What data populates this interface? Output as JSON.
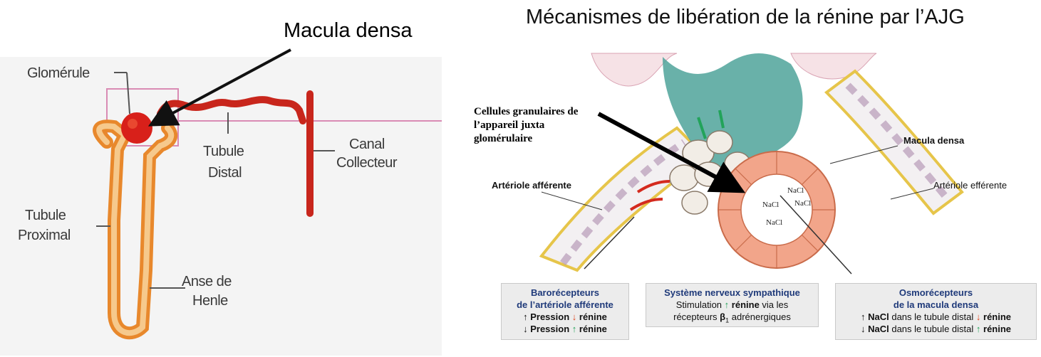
{
  "left": {
    "callout": "Macula densa",
    "labels": {
      "glomerule": "Glomérule",
      "tubule_distal_1": "Tubule",
      "tubule_distal_2": "Distal",
      "canal_1": "Canal",
      "canal_2": "Collecteur",
      "tubule_proximal_1": "Tubule",
      "tubule_proximal_2": "Proximal",
      "anse_1": "Anse de",
      "anse_2": "Henle"
    }
  },
  "right": {
    "title": "Mécanismes de libération de la rénine par l’AJG",
    "cellules_1": "Cellules granulaires de",
    "cellules_2": "l’appareil juxta",
    "cellules_3": "glomérulaire",
    "macula": "Macula densa",
    "art_aff": "Artériole afférente",
    "art_eff": "Artériole efférente",
    "nacl": "NaCl",
    "boxes": {
      "baro": {
        "h1": "Barorécepteurs",
        "h2": "de l’artériole afférente",
        "l1a": "↑",
        "l1b": "Pression",
        "l1c": "↓",
        "l1d": "rénine",
        "l2a": "↓",
        "l2b": "Pression",
        "l2c": "↑",
        "l2d": "rénine"
      },
      "symp": {
        "h1": "Système nerveux sympathique",
        "l1a": "Stimulation",
        "l1b": "↑",
        "l1c": "rénine",
        "l1d": "via les",
        "l2a": "récepteurs",
        "l2b": "β",
        "l2c": "1",
        "l2d": "adrénergiques"
      },
      "osmo": {
        "h1": "Osmorécepteurs",
        "h2": "de la macula densa",
        "l1a": "↑",
        "l1b": "NaCl",
        "l1c": "dans le tubule distal",
        "l1d": "↓",
        "l1e": "rénine",
        "l2a": "↓",
        "l2b": "NaCl",
        "l2c": "dans le tubule distal",
        "l2d": "↑",
        "l2e": "rénine"
      }
    }
  },
  "colors": {
    "red": "#d42a1e",
    "orange": "#f0a04a",
    "teal": "#4fa39a",
    "box_bg": "#ececec",
    "header_blue": "#1f3a7a"
  }
}
